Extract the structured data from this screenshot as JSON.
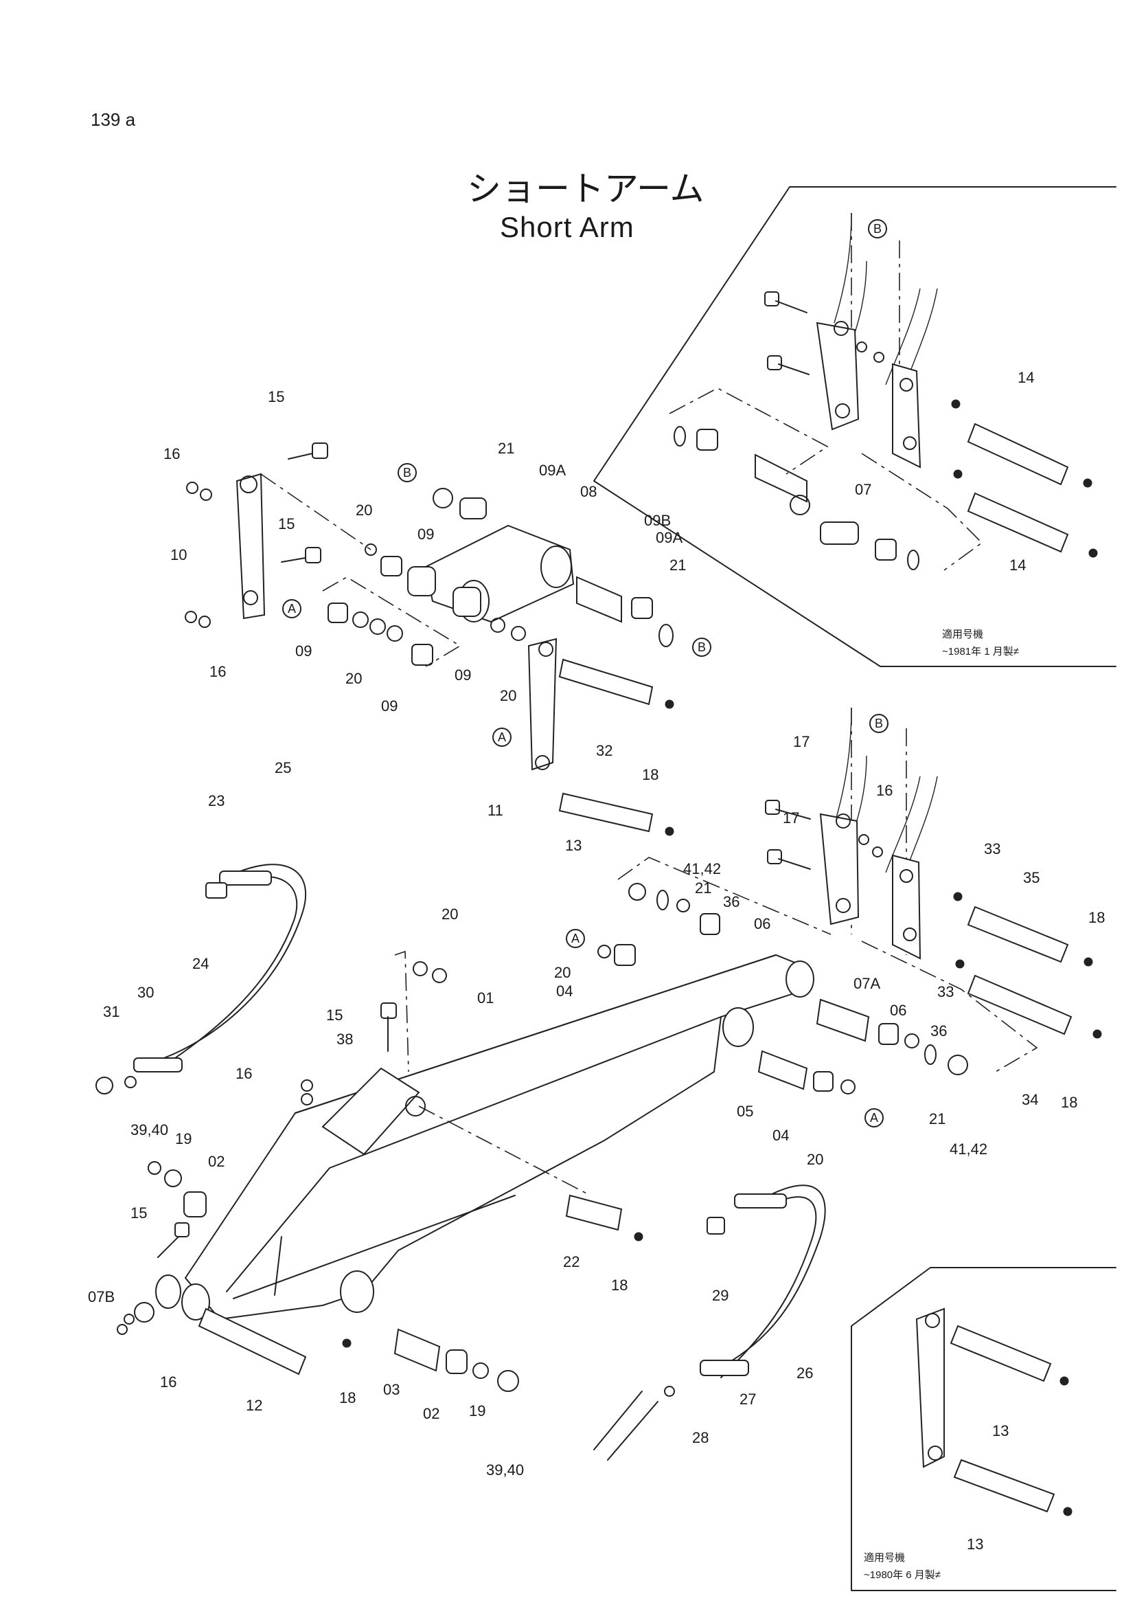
{
  "page": {
    "number": "139 a",
    "title_jp": "ショートアーム",
    "title_en": "Short Arm"
  },
  "callout_letters": {
    "a": "A",
    "b": "B"
  },
  "insets": {
    "top_right_note": {
      "line1": "適用号機",
      "line2": "~1981年 1 月製≠"
    },
    "bottom_right_note": {
      "line1": "適用号機",
      "line2": "~1980年 6 月製≠"
    }
  },
  "part_labels": [
    "15",
    "16",
    "21",
    "09A",
    "08",
    "20",
    "09",
    "15",
    "10",
    "09B",
    "09A",
    "21",
    "09",
    "20",
    "09",
    "20",
    "09",
    "16",
    "14",
    "07",
    "14",
    "32",
    "18",
    "11",
    "13",
    "17",
    "16",
    "17",
    "33",
    "35",
    "18",
    "25",
    "23",
    "41,42",
    "21",
    "36",
    "06",
    "20",
    "24",
    "20",
    "04",
    "01",
    "07A",
    "06",
    "36",
    "30",
    "31",
    "15",
    "38",
    "16",
    "05",
    "04",
    "20",
    "33",
    "34",
    "18",
    "21",
    "41,42",
    "39,40",
    "19",
    "02",
    "15",
    "22",
    "18",
    "29",
    "07B",
    "16",
    "12",
    "18",
    "03",
    "02",
    "19",
    "39,40",
    "26",
    "27",
    "28",
    "13",
    "13"
  ]
}
